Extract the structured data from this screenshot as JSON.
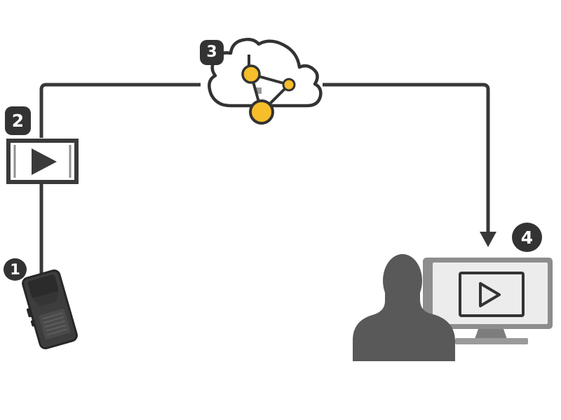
{
  "diagram": {
    "description": "four-step video streaming workflow: body camera to encoder to cloud to remote viewer",
    "steps": [
      {
        "label": "1",
        "icon": "body-camera-icon",
        "badge_shape": "circle"
      },
      {
        "label": "2",
        "icon": "video-player-icon",
        "badge_shape": "rounded-square"
      },
      {
        "label": "3",
        "icon": "cloud-network-icon",
        "badge_shape": "rounded-square"
      },
      {
        "label": "4",
        "icon": "viewer-monitor-icon",
        "badge_shape": "circle"
      }
    ],
    "colors": {
      "background": "#ffffff",
      "connector_line": "#383838",
      "outline": "#333333",
      "accent_yellow": "#f7be2b",
      "badge_background": "#333333",
      "badge_text": "#ffffff",
      "person_gray": "#595959",
      "monitor_frame": "#8d8d8d",
      "monitor_screen": "#ececec",
      "device_body": "#3d3d3d"
    }
  }
}
